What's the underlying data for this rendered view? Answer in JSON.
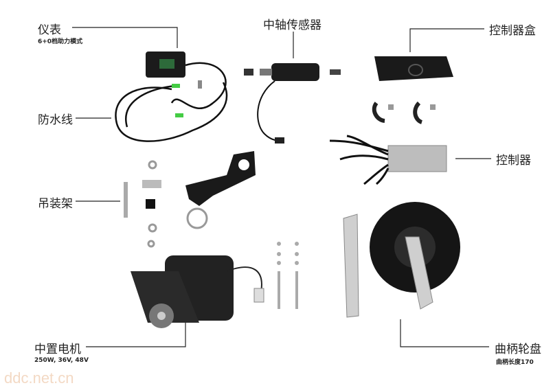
{
  "labels": {
    "meter": "仪表",
    "meter_sub": "6+0档助力模式",
    "sensor": "中轴传感器",
    "controller_box": "控制器盒",
    "waterproof_cable": "防水线",
    "controller": "控制器",
    "hanger": "吊装架",
    "motor": "中置电机",
    "motor_sub": "250W, 36V, 48V",
    "crankset": "曲柄轮盘",
    "crankset_sub": "曲柄长度170"
  },
  "watermark": "ddc.net.cn"
}
